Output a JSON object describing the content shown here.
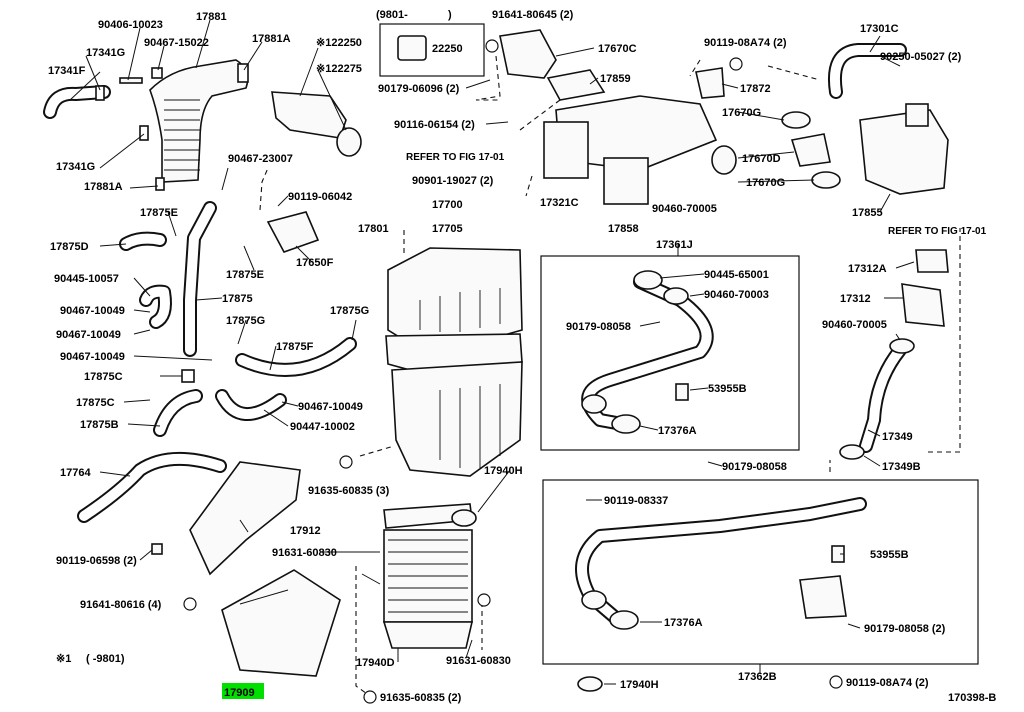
{
  "diagram_id": "170398-B",
  "highlight_color": "#00e000",
  "footnote": {
    "mark": "※1",
    "range": "(      -9801)"
  },
  "inset_header": {
    "left": "(9801-",
    "right": ")"
  },
  "refer_notes": [
    "REFER TO FIG 17-01",
    "REFER TO FIG 17-01"
  ],
  "labels": [
    "90406-10023",
    "17881",
    "17341G",
    "90467-15022",
    "17341F",
    "17341G",
    "17881A",
    "17881A",
    "※122250",
    "※122275",
    "22250",
    "91641-80645 (2)",
    "17670C",
    "17859",
    "90179-06096 (2)",
    "90116-06154 (2)",
    "90119-08A74 (2)",
    "17872",
    "17670G",
    "17670D",
    "17670G",
    "17855",
    "17301C",
    "90250-05027 (2)",
    "90467-23007",
    "90119-06042",
    "17650F",
    "17875E",
    "17875D",
    "17875E",
    "90445-10057",
    "17875",
    "90467-10049",
    "17875G",
    "90467-10049",
    "17875G",
    "17875F",
    "90467-10049",
    "17875C",
    "17875C",
    "90467-10049",
    "17875B",
    "90447-10002",
    "17700",
    "17801",
    "17705",
    "90901-19027 (2)",
    "17321C",
    "17858",
    "90460-70005",
    "17361J",
    "90445-65001",
    "90460-70003",
    "90179-08058",
    "53955B",
    "17376A",
    "90179-08058",
    "17312A",
    "17312",
    "90460-70005",
    "17349",
    "17349B",
    "17764",
    "91635-60835 (3)",
    "17940H",
    "90119-06598 (2)",
    "17912",
    "91631-60830",
    "91641-80616 (4)",
    "17940D",
    "91631-60830",
    "91635-60835 (2)",
    "17909",
    "90119-08337",
    "53955B",
    "17376A",
    "90179-08058 (2)",
    "17362B",
    "90119-08A74 (2)",
    "17940H"
  ]
}
